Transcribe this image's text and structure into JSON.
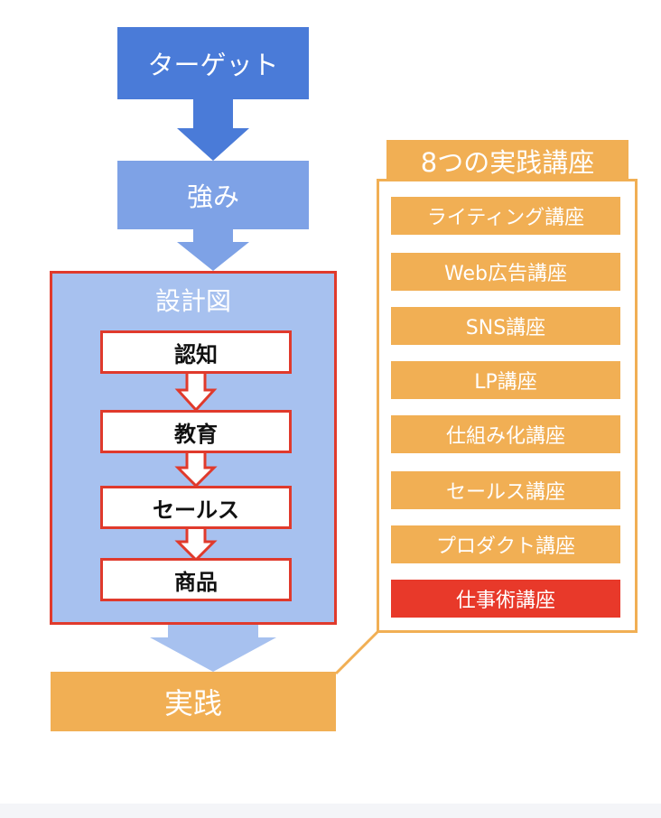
{
  "flow": {
    "target": "ターゲット",
    "strength": "強み",
    "blueprint": {
      "title": "設計図",
      "steps": [
        "認知",
        "教育",
        "セールス",
        "商品"
      ]
    },
    "practice": "実践"
  },
  "courses": {
    "title": "8つの実践講座",
    "items": [
      "ライティング講座",
      "Web広告講座",
      "SNS講座",
      "LP講座",
      "仕組み化講座",
      "セールス講座",
      "プロダクト講座",
      "仕事術講座"
    ],
    "highlighted_index": 7
  },
  "colors": {
    "target": "#4A7BD8",
    "strength": "#7EA2E6",
    "blueprint": "#A7C1EF",
    "red": "#E03A2C",
    "orange": "#F1AF54",
    "highlight": "#E8392A"
  }
}
